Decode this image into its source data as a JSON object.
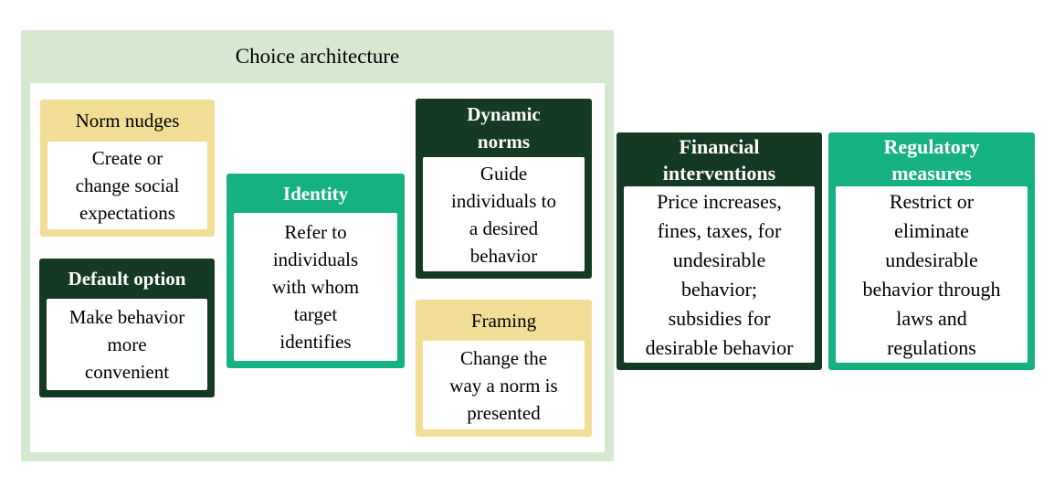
{
  "colors": {
    "canvas-bg": "#ffffff",
    "light-green": "#d6e8d0",
    "yellow": "#f2dd96",
    "dark-green": "#143a23",
    "teal": "#16b182",
    "text-dark": "#000000",
    "text-light": "#ffffff"
  },
  "container": {
    "title": "Choice architecture"
  },
  "cards": {
    "norm_nudges": {
      "title": "Norm nudges",
      "description": "Create or\nchange social\nexpectations"
    },
    "default_option": {
      "title": "Default option",
      "description": "Make behavior\nmore\nconvenient"
    },
    "identity": {
      "title": "Identity",
      "description": "Refer to\nindividuals\nwith whom\ntarget\nidentifies"
    },
    "dynamic_norms": {
      "title": "Dynamic\nnorms",
      "description": "Guide\nindividuals to\na desired\nbehavior"
    },
    "framing": {
      "title": "Framing",
      "description": "Change the\nway a norm is\npresented"
    },
    "financial_interventions": {
      "title": "Financial\ninterventions",
      "description": "Price increases,\nfines, taxes, for\nundesirable\nbehavior;\nsubsidies for\ndesirable behavior"
    },
    "regulatory_measures": {
      "title": "Regulatory\nmeasures",
      "description": "Restrict or\neliminate\nundesirable\nbehavior through\nlaws and\nregulations"
    }
  }
}
